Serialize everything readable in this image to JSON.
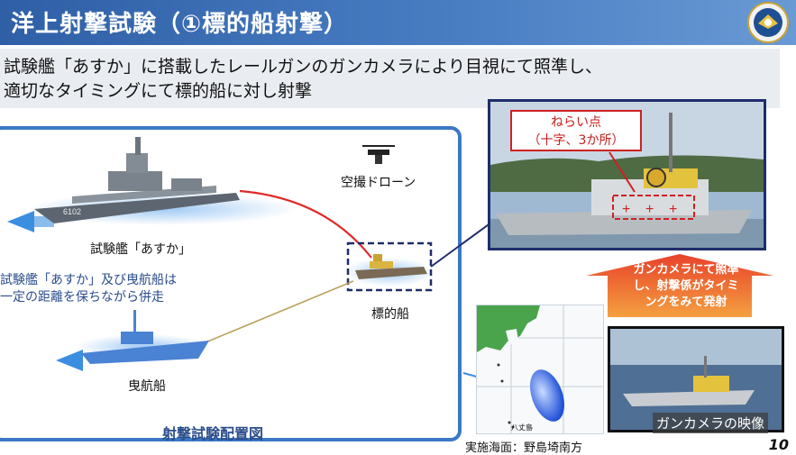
{
  "header": {
    "title": "洋上射撃試験（①標的船射撃）"
  },
  "description": {
    "line1": "試験艦「あすか」に搭載したレールガンのガンカメラにより目視にて照準し、",
    "line2": "適切なタイミングにて標的船に対し射撃"
  },
  "diagram": {
    "drone_label": "空撮ドローン",
    "asuka_label": "試験艦「あすか」",
    "hull_number": "6102",
    "escort_note_line1": "試験艦「あすか」及び曳航船は",
    "escort_note_line2": "一定の距離を保ちながら併走",
    "target_label": "標的船",
    "tug_label": "曳航船",
    "caption": "射撃試験配置図"
  },
  "photo": {
    "aim_line1": "ねらい点",
    "aim_line2": "（十字、3か所）"
  },
  "callout": {
    "line1": "ガンカメラにて照準",
    "line2": "し、射撃係がタイミ",
    "line3": "ングをみて発射"
  },
  "camera": {
    "label": "ガンカメラの映像"
  },
  "map": {
    "island_label": "八丈島",
    "location": "実施海面：野島埼南方"
  },
  "page_number": "10",
  "colors": {
    "header": "#3a6bb3",
    "frame": "#3c78c6",
    "aim_red": "#d02020",
    "callout_orange": "#e8632a"
  }
}
